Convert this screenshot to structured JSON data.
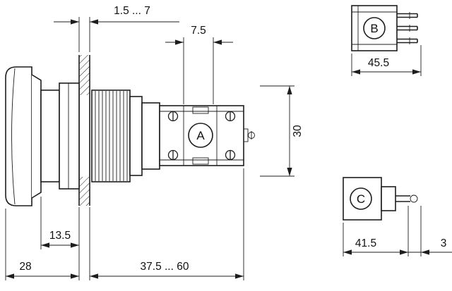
{
  "view_labels": {
    "a": "A",
    "b": "B",
    "c": "C"
  },
  "dimensions": {
    "panel_thickness": "1.5 ... 7",
    "head_width": "7.5",
    "block_height": "30",
    "bezel_depth": "13.5",
    "cap_depth": "28",
    "mounting_depth": "37.5 ... 60",
    "length_b": "45.5",
    "length_c": "41.5",
    "pin_gap": "3"
  },
  "colors": {
    "ink": "#1d1d1d",
    "background": "#ffffff"
  }
}
